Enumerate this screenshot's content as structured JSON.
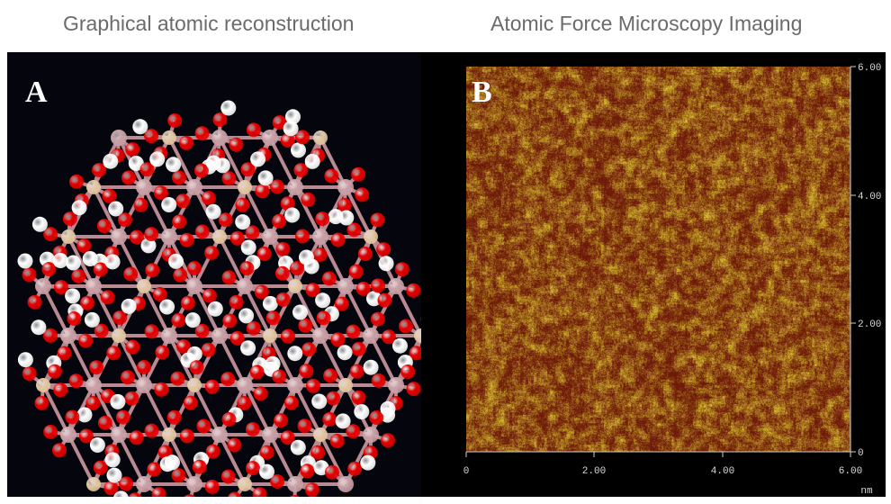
{
  "captions": {
    "left": "Graphical atomic reconstruction",
    "right": "Atomic Force Microscopy Imaging"
  },
  "panel_a": {
    "letter": "A",
    "colors": {
      "oxygen": "#e40000",
      "hydrogen": "#ffffff",
      "metal": "#c9a0a6",
      "silicon": "#e2c7a0",
      "background": "#05060d"
    }
  },
  "panel_b": {
    "letter": "B",
    "x_ticks": [
      "0",
      "2.00",
      "4.00",
      "6.00"
    ],
    "y_ticks": [
      "0",
      "2.00",
      "4.00",
      "6.00"
    ],
    "unit": "nm",
    "colors": {
      "dark": "#6e1a0a",
      "light": "#d8c030"
    }
  }
}
